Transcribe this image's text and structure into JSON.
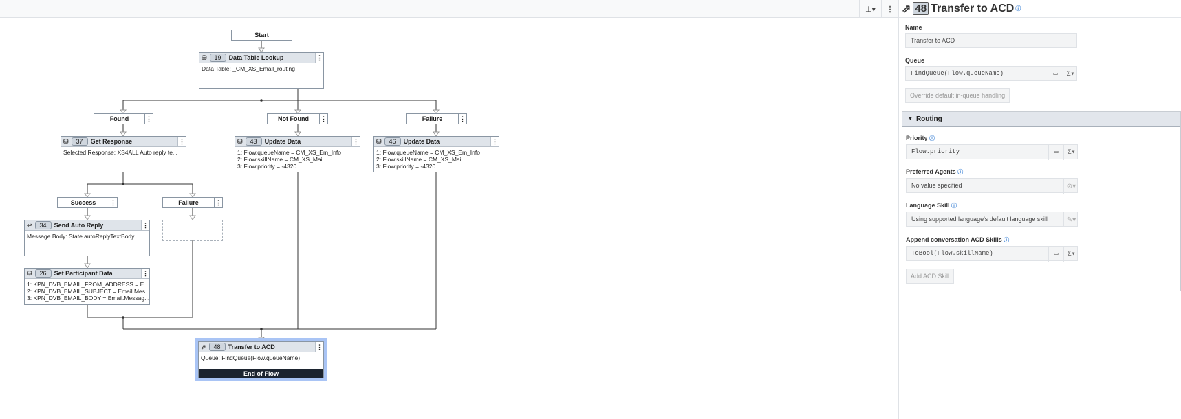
{
  "toolbar": {
    "layout_icon": "hierarchy-icon",
    "more_icon": "vertical-dots-icon"
  },
  "flow": {
    "start": "Start",
    "lookup": {
      "num": "19",
      "title": "Data Table Lookup",
      "body": "Data Table: _CM_XS_Email_routing"
    },
    "outputs": {
      "found": "Found",
      "not_found": "Not Found",
      "failure": "Failure"
    },
    "get_response": {
      "num": "37",
      "title": "Get Response",
      "body": "Selected Response: XS4ALL Auto reply te..."
    },
    "update43": {
      "num": "43",
      "title": "Update Data",
      "lines": [
        "1: Flow.queueName = CM_XS_Em_Info",
        "2: Flow.skillName = CM_XS_Mail",
        "3: Flow.priority = -4320"
      ]
    },
    "update46": {
      "num": "46",
      "title": "Update Data",
      "lines": [
        "1: Flow.queueName = CM_XS_Em_Info",
        "2: Flow.skillName = CM_XS_Mail",
        "3: Flow.priority = -4320"
      ]
    },
    "resp_outputs": {
      "success": "Success",
      "failure": "Failure"
    },
    "send_auto": {
      "num": "34",
      "title": "Send Auto Reply",
      "body": "Message Body: State.autoReplyTextBody"
    },
    "set_participant": {
      "num": "26",
      "title": "Set Participant Data",
      "lines": [
        "1: KPN_DVB_EMAIL_FROM_ADDRESS = E...",
        "2: KPN_DVB_EMAIL_SUBJECT = Email.Mes...",
        "3: KPN_DVB_EMAIL_BODY = Email.Messag..."
      ]
    },
    "transfer": {
      "num": "48",
      "title": "Transfer to ACD",
      "body": "Queue: FindQueue(Flow.queueName)",
      "end": "End of Flow"
    }
  },
  "panel": {
    "num": "48",
    "title": "Transfer to ACD",
    "name_label": "Name",
    "name_value": "Transfer to ACD",
    "queue_label": "Queue",
    "queue_value": "FindQueue(Flow.queueName)",
    "override_button": "Override default in-queue handling",
    "routing_header": "Routing",
    "priority_label": "Priority",
    "priority_value": "Flow.priority",
    "preferred_label": "Preferred Agents",
    "preferred_value": "No value specified",
    "language_label": "Language Skill",
    "language_value": "Using supported language's default language skill",
    "append_label": "Append conversation ACD Skills",
    "append_value": "ToBool(Flow.skillName)",
    "add_skill_button": "Add ACD Skill"
  }
}
